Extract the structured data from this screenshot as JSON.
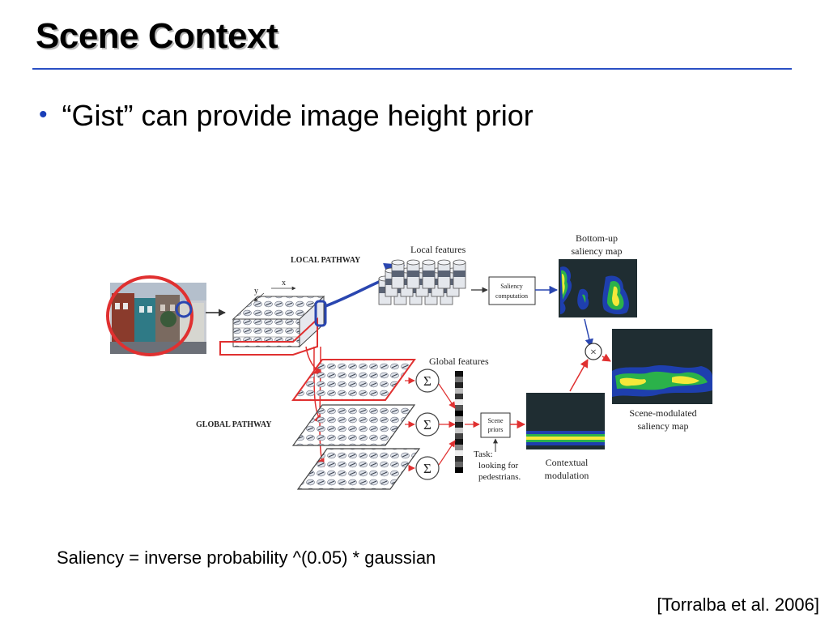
{
  "slide": {
    "title": "Scene Context",
    "bullets": [
      "“Gist” can provide image height prior"
    ],
    "footer": "Saliency = inverse probability ^(0.05) * gaussian",
    "citation": "[Torralba et al. 2006]"
  },
  "diagram": {
    "local_pathway": "LOCAL PATHWAY",
    "global_pathway": "GLOBAL PATHWAY",
    "axis_x": "x",
    "axis_y": "y",
    "local_features": "Local features",
    "global_features": "Global features",
    "saliency_computation_1": "Saliency",
    "saliency_computation_2": "computation",
    "scene_priors_1": "Scene",
    "scene_priors_2": "priors",
    "task_1": "Task:",
    "task_2": "looking for",
    "task_3": "pedestrians.",
    "bottom_up_1": "Bottom-up",
    "bottom_up_2": "saliency map",
    "scene_modulated_1": "Scene-modulated",
    "scene_modulated_2": "saliency map",
    "contextual_1": "Contextual",
    "contextual_2": "modulation",
    "sigma": "Σ",
    "times": "×"
  },
  "colors": {
    "title_rule": "#2a4fc4",
    "bullet": "#1a3fb8",
    "highlight_red": "#e03030",
    "highlight_blue": "#2a46b0",
    "map_bg": "#1f2d32",
    "map_yellow": "#f5e83a",
    "map_green": "#2bb24a",
    "map_blue": "#1e3fae"
  }
}
